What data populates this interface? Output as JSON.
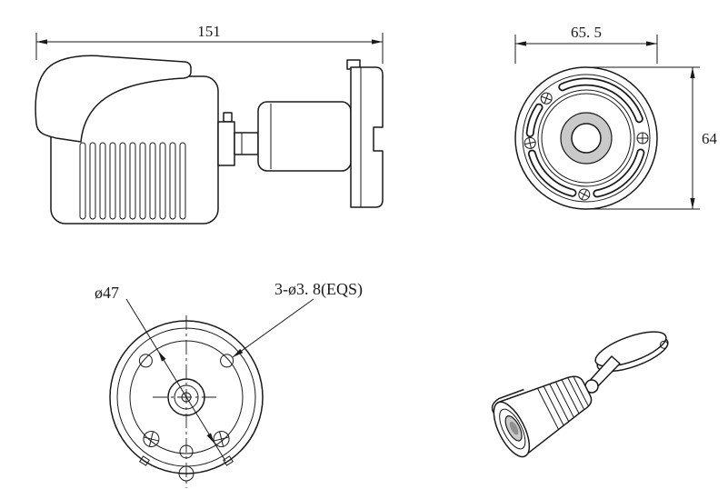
{
  "colors": {
    "background": "#ffffff",
    "line": "#1a1a1a",
    "lens_fill": "#c9c9c9"
  },
  "views": {
    "side": {
      "dim_length_mm": "151"
    },
    "front": {
      "dim_width_mm": "65. 5",
      "dim_height_mm": "64"
    },
    "base": {
      "dim_bolt_circle": "ø47",
      "dim_mount_holes": "3-ø3. 8(EQS)"
    }
  }
}
